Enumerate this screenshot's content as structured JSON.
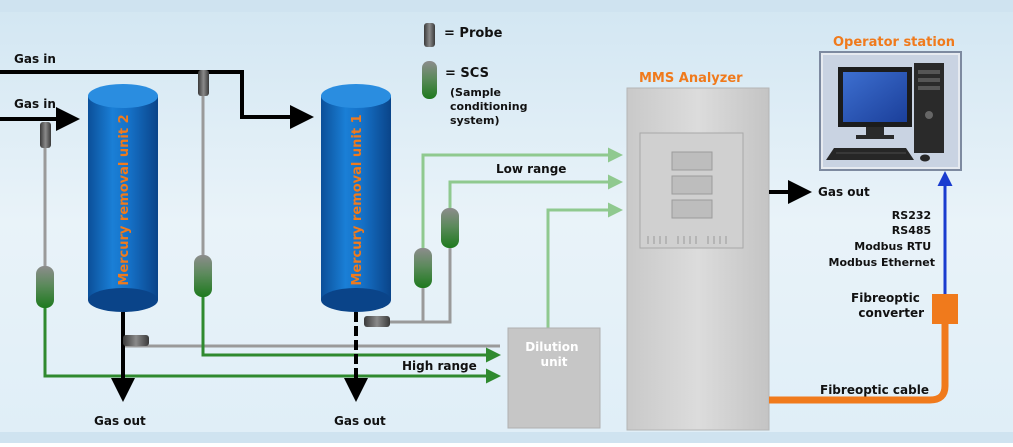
{
  "legend": {
    "probe_label": "= Probe",
    "scs_label": "= SCS",
    "scs_description": [
      "(Sample",
      "conditioning",
      "system)"
    ]
  },
  "units": {
    "unit2": "Mercury removal unit 2",
    "unit1": "Mercury removal unit 1"
  },
  "flows": {
    "gas_in_top": "Gas in",
    "gas_in_left": "Gas in",
    "gas_out_unit2": "Gas out",
    "gas_out_unit1": "Gas out",
    "gas_out_analyzer": "Gas out",
    "low_range": "Low range",
    "high_range": "High range"
  },
  "analyzer": {
    "title": "MMS Analyzer"
  },
  "dilution": {
    "label": [
      "Dilution",
      "unit"
    ]
  },
  "operator": {
    "title": "Operator station"
  },
  "protocols": [
    "RS232",
    "RS485",
    "Modbus RTU",
    "Modbus Ethernet"
  ],
  "converter": {
    "label": [
      "Fibreoptic",
      "converter"
    ]
  },
  "cable": {
    "label": "Fibreoptic cable"
  },
  "colors": {
    "background": "#e6f1f8",
    "vessel": "#1470c4",
    "unit_text": "#f07a1c",
    "analyzer_title": "#f07a1c",
    "sample_line": "#2f8a2f",
    "low_range_line": "#8fc98f",
    "fibre": "#f07a1c",
    "signal": "#1a3ccf"
  }
}
